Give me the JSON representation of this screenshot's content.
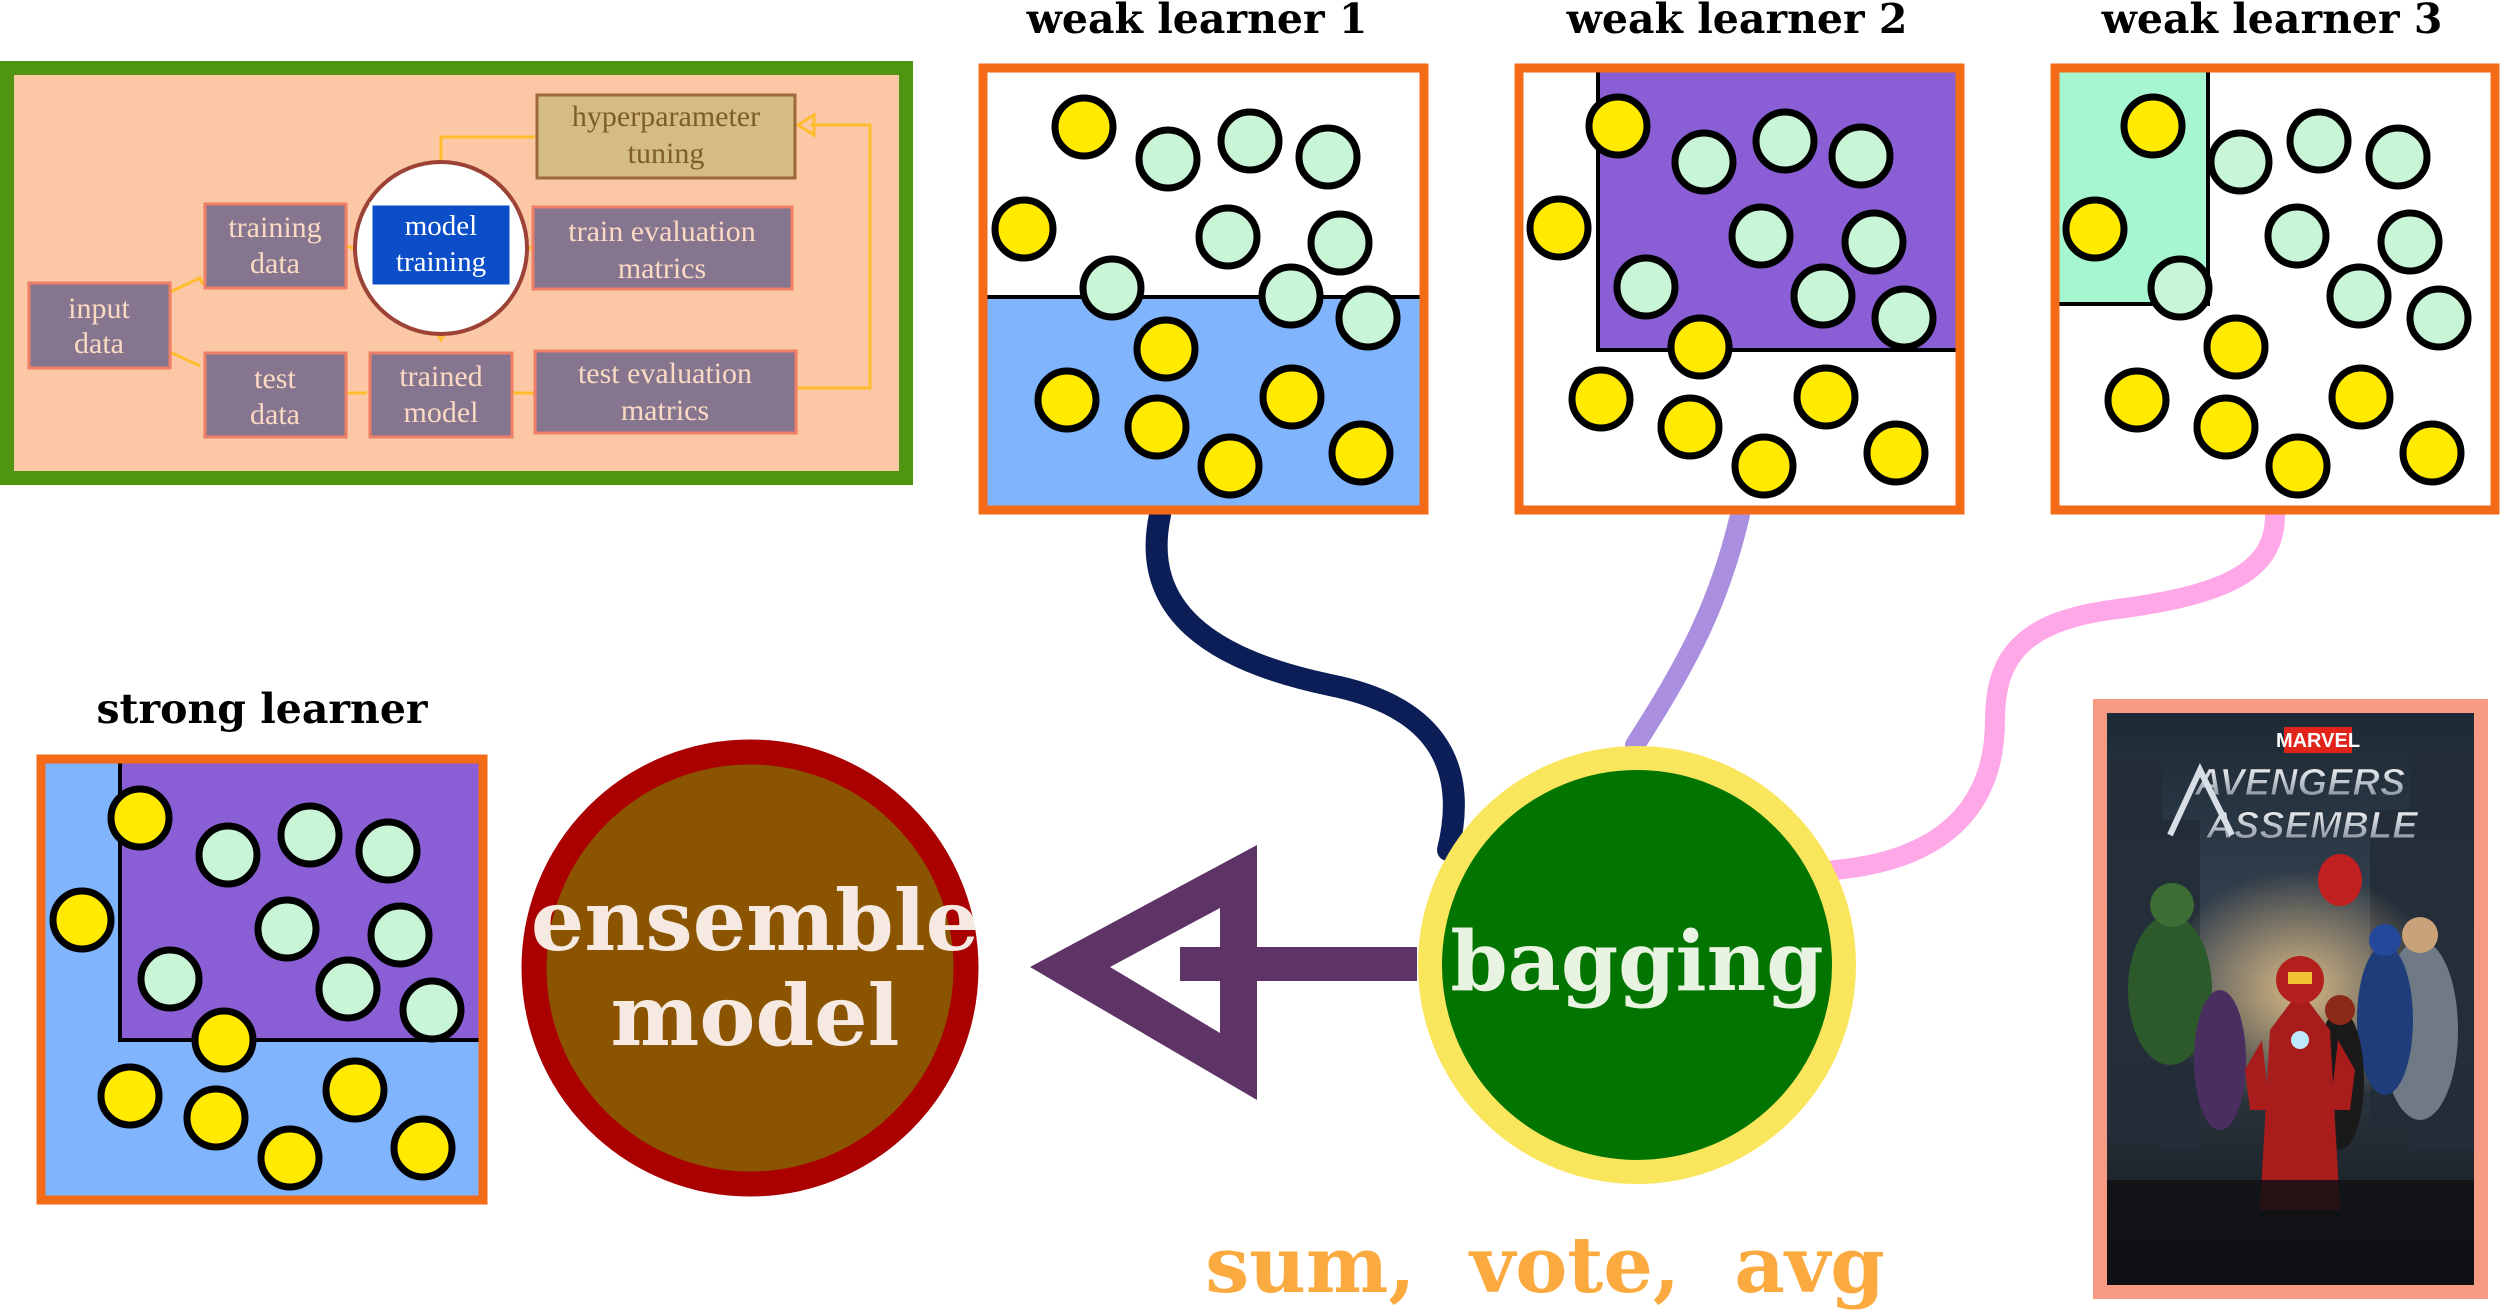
{
  "workflow": {
    "input_data": [
      "input",
      "data"
    ],
    "training_data": [
      "training",
      "data"
    ],
    "test_data": [
      "test",
      "data"
    ],
    "model_training": [
      "model",
      "training"
    ],
    "trained_model": [
      "trained",
      "model"
    ],
    "hyperparameter_tuning": [
      "hyperparameter",
      "tuning"
    ],
    "train_evaluation": [
      "train evaluation",
      "matrics"
    ],
    "test_evaluation": [
      "test evaluation",
      "matrics"
    ]
  },
  "learners": [
    {
      "title": "weak learner 1",
      "region": "bottom half",
      "region_color": "#80b4fc",
      "line_color": "#0c1e57"
    },
    {
      "title": "weak learner 2",
      "region": "top-right block",
      "region_color": "#8a5fd5",
      "line_color": "#aa8ee0"
    },
    {
      "title": "weak learner 3",
      "region": "top-left block",
      "region_color": "#a6f6d1",
      "line_color": "#ffa8e8"
    }
  ],
  "strong_learner": {
    "title": "strong learner",
    "colors": [
      "#80b4fc",
      "#8a5fd5"
    ]
  },
  "ensemble": {
    "line1": "ensemble",
    "line2": "model",
    "fill": "#8b5400",
    "ring": "#aa0000"
  },
  "bagging": {
    "label": "bagging",
    "fill": "#027400",
    "ring": "#fae65c"
  },
  "aggregation": {
    "label": "sum,  vote,  avg",
    "color": "#fbaa40"
  },
  "poster": {
    "brand": "MARVEL",
    "title_line1": "AVENGERS",
    "title_line2": "ASSEMBLE"
  },
  "colors": {
    "frame_orange": "#f36a17",
    "frame_green": "#4f9512",
    "panel_peach": "#fcc7a4",
    "node_gray": "#85758f",
    "node_border": "#ee7e65",
    "node_text": "#fcd9c2",
    "model_blue": "#0b4ec8",
    "hyper_fill": "#d5bc84",
    "hyper_text": "#7e5e22",
    "connector": "#ffbc2c",
    "arrow_purple": "#5e3366",
    "dot_yellow": "#ffea00",
    "dot_green": "#c8f5d5"
  }
}
